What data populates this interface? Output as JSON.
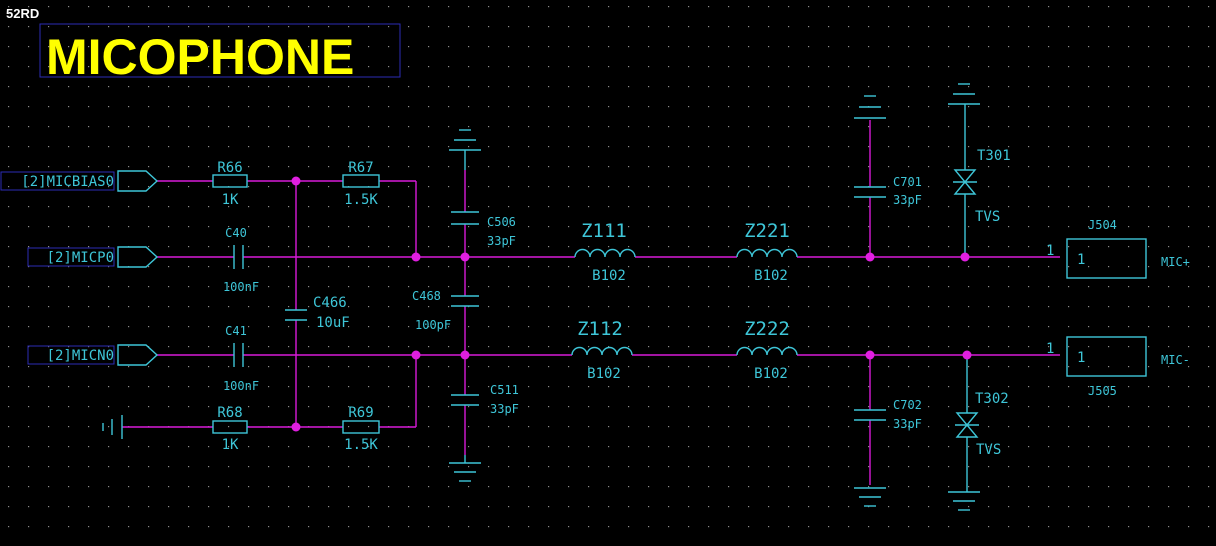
{
  "corner_label": "52RD",
  "title": "MICOPHONE",
  "ports": {
    "micbias": "[2]MICBIAS0",
    "micp": "[2]MICP0",
    "micn": "[2]MICN0"
  },
  "resistors": {
    "r66": {
      "ref": "R66",
      "value": "1K"
    },
    "r67": {
      "ref": "R67",
      "value": "1.5K"
    },
    "r68": {
      "ref": "R68",
      "value": "1K"
    },
    "r69": {
      "ref": "R69",
      "value": "1.5K"
    }
  },
  "capacitors": {
    "c40": {
      "ref": "C40",
      "value": "100nF"
    },
    "c41": {
      "ref": "C41",
      "value": "100nF"
    },
    "c466": {
      "ref": "C466",
      "value": "10uF"
    },
    "c468": {
      "ref": "C468",
      "value": "100pF"
    },
    "c506": {
      "ref": "C506",
      "value": "33pF"
    },
    "c511": {
      "ref": "C511",
      "value": "33pF"
    },
    "c701": {
      "ref": "C701",
      "value": "33pF"
    },
    "c702": {
      "ref": "C702",
      "value": "33pF"
    }
  },
  "inductors": {
    "z111": {
      "ref": "Z111",
      "value": "B102"
    },
    "z221": {
      "ref": "Z221",
      "value": "B102"
    },
    "z112": {
      "ref": "Z112",
      "value": "B102"
    },
    "z222": {
      "ref": "Z222",
      "value": "B102"
    }
  },
  "tvs": {
    "t301": {
      "ref": "T301",
      "value": "TVS"
    },
    "t302": {
      "ref": "T302",
      "value": "TVS"
    }
  },
  "connectors": {
    "j504": {
      "ref": "J504",
      "pin": "1",
      "pin_inner": "1",
      "net": "MIC+"
    },
    "j505": {
      "ref": "J505",
      "pin": "1",
      "pin_inner": "1",
      "net": "MIC-"
    }
  },
  "colors": {
    "background": "#000000",
    "wire": "#d81bd8",
    "component": "#3ec6d8",
    "title": "#ffff00",
    "junction": "#e01fe0"
  }
}
